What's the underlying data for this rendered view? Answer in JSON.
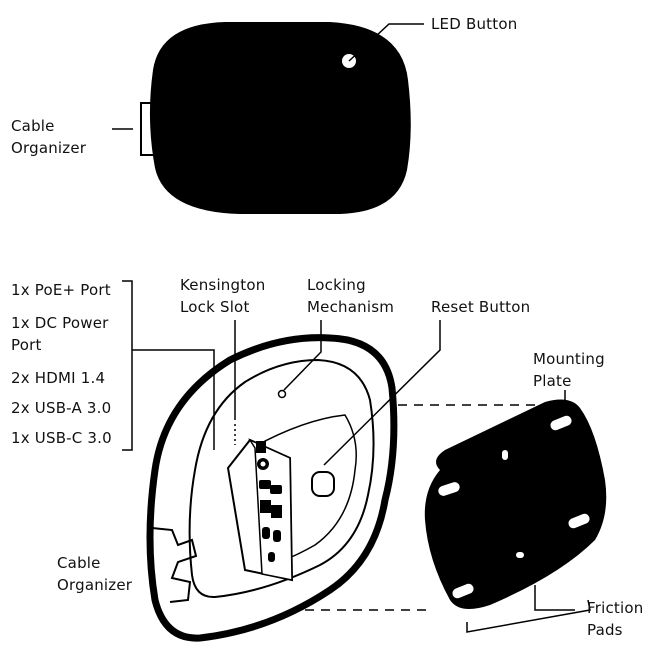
{
  "labels": {
    "led_button": "LED Button",
    "cable_organizer_top": [
      "Cable",
      "Organizer"
    ],
    "ports": [
      "1x PoE+ Port",
      "1x DC Power",
      "Port",
      "2x HDMI 1.4",
      "2x USB-A 3.0",
      "1x USB-C 3.0"
    ],
    "kensington": [
      "Kensington",
      "Lock Slot"
    ],
    "locking": [
      "Locking",
      "Mechanism"
    ],
    "reset_button": "Reset Button",
    "mounting_plate": [
      "Mounting",
      "Plate"
    ],
    "cable_organizer_bottom": [
      "Cable",
      "Organizer"
    ],
    "friction_pads": [
      "Friction",
      "Pads"
    ]
  },
  "colors": {
    "ink": "#000000",
    "paper": "#ffffff"
  }
}
